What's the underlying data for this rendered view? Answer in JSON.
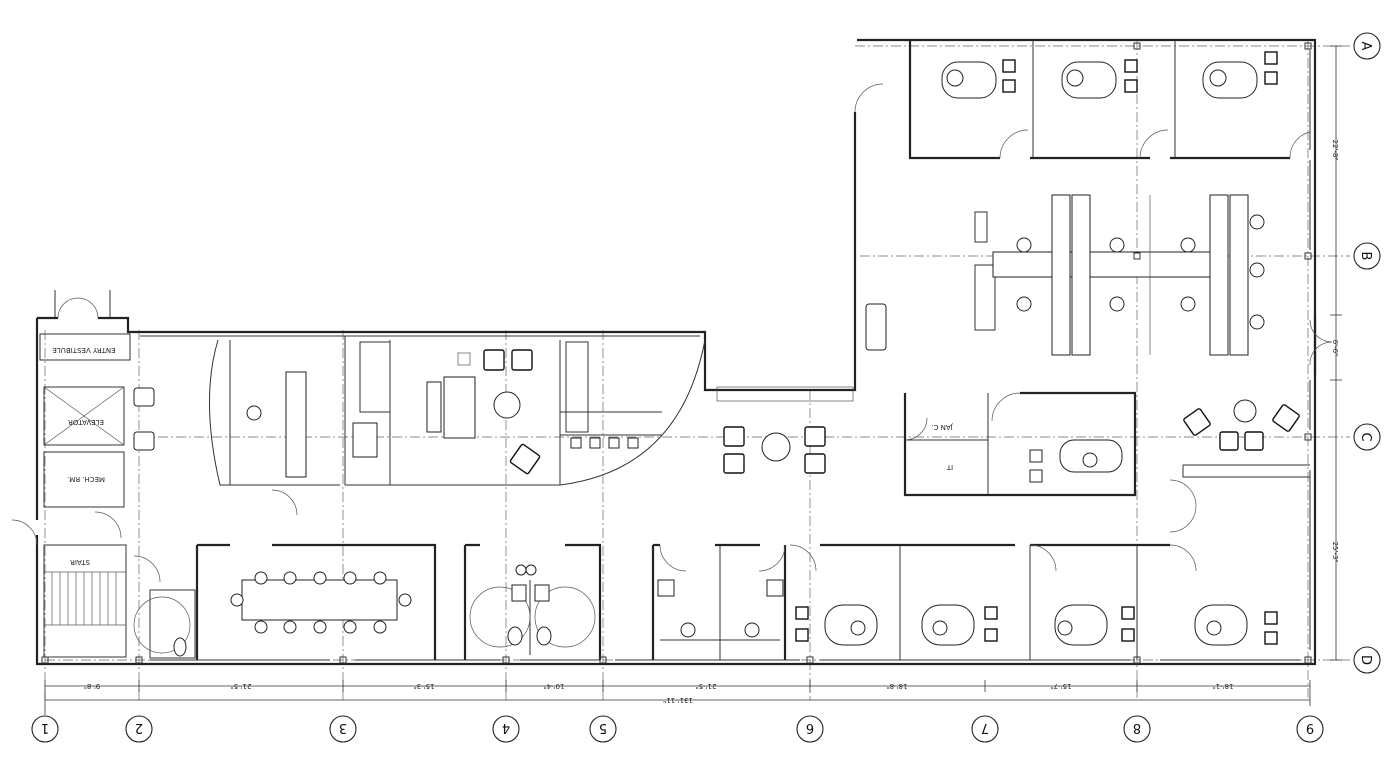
{
  "grid_columns": [
    "1",
    "2",
    "3",
    "4",
    "5",
    "6",
    "7",
    "8",
    "9"
  ],
  "grid_rows": [
    "A",
    "B",
    "C",
    "D"
  ],
  "room_labels": {
    "entry_vestibule": "ENTRY VESTIBULE",
    "elevator": "ELEVATOR",
    "mech_rm": "MECH. RM.",
    "stair": "STAIR",
    "jan_c": "JAN C.",
    "it": "IT"
  },
  "dimensions": {
    "bottom": [
      "9'-8\"",
      "21'-5\"",
      "15'-3\"",
      "10'-4\"",
      "21'-5\"",
      "18'-8\"",
      "15'-7\"",
      "18'-1\""
    ],
    "overall": "131'-11\"",
    "right": [
      "22'-8\"",
      "6'-6\"",
      "25'-3\""
    ]
  }
}
